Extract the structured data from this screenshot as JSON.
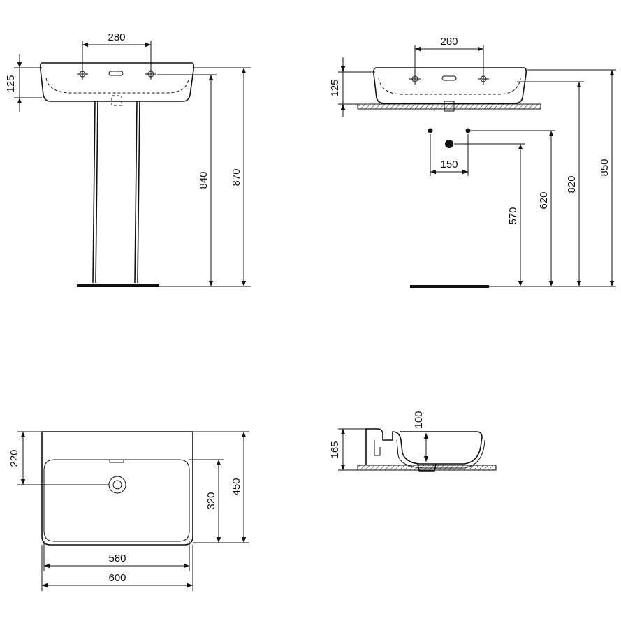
{
  "views": {
    "pedestal_front": {
      "dim_tap_spacing": "280",
      "dim_basin_height": "125",
      "dim_rim_height": "840",
      "dim_total_height": "870"
    },
    "wall_front": {
      "dim_tap_spacing": "280",
      "dim_basin_height": "125",
      "dim_waste_spacing": "150",
      "dim_waste_height": "570",
      "dim_supply_height": "620",
      "dim_counter_height": "820",
      "dim_top_height": "850"
    },
    "plan": {
      "dim_waste_depth": "220",
      "dim_bowl_depth": "320",
      "dim_total_depth": "450",
      "dim_bowl_width": "580",
      "dim_total_width": "600"
    },
    "side_section": {
      "dim_total_height": "165",
      "dim_bowl_depth": "100"
    }
  }
}
